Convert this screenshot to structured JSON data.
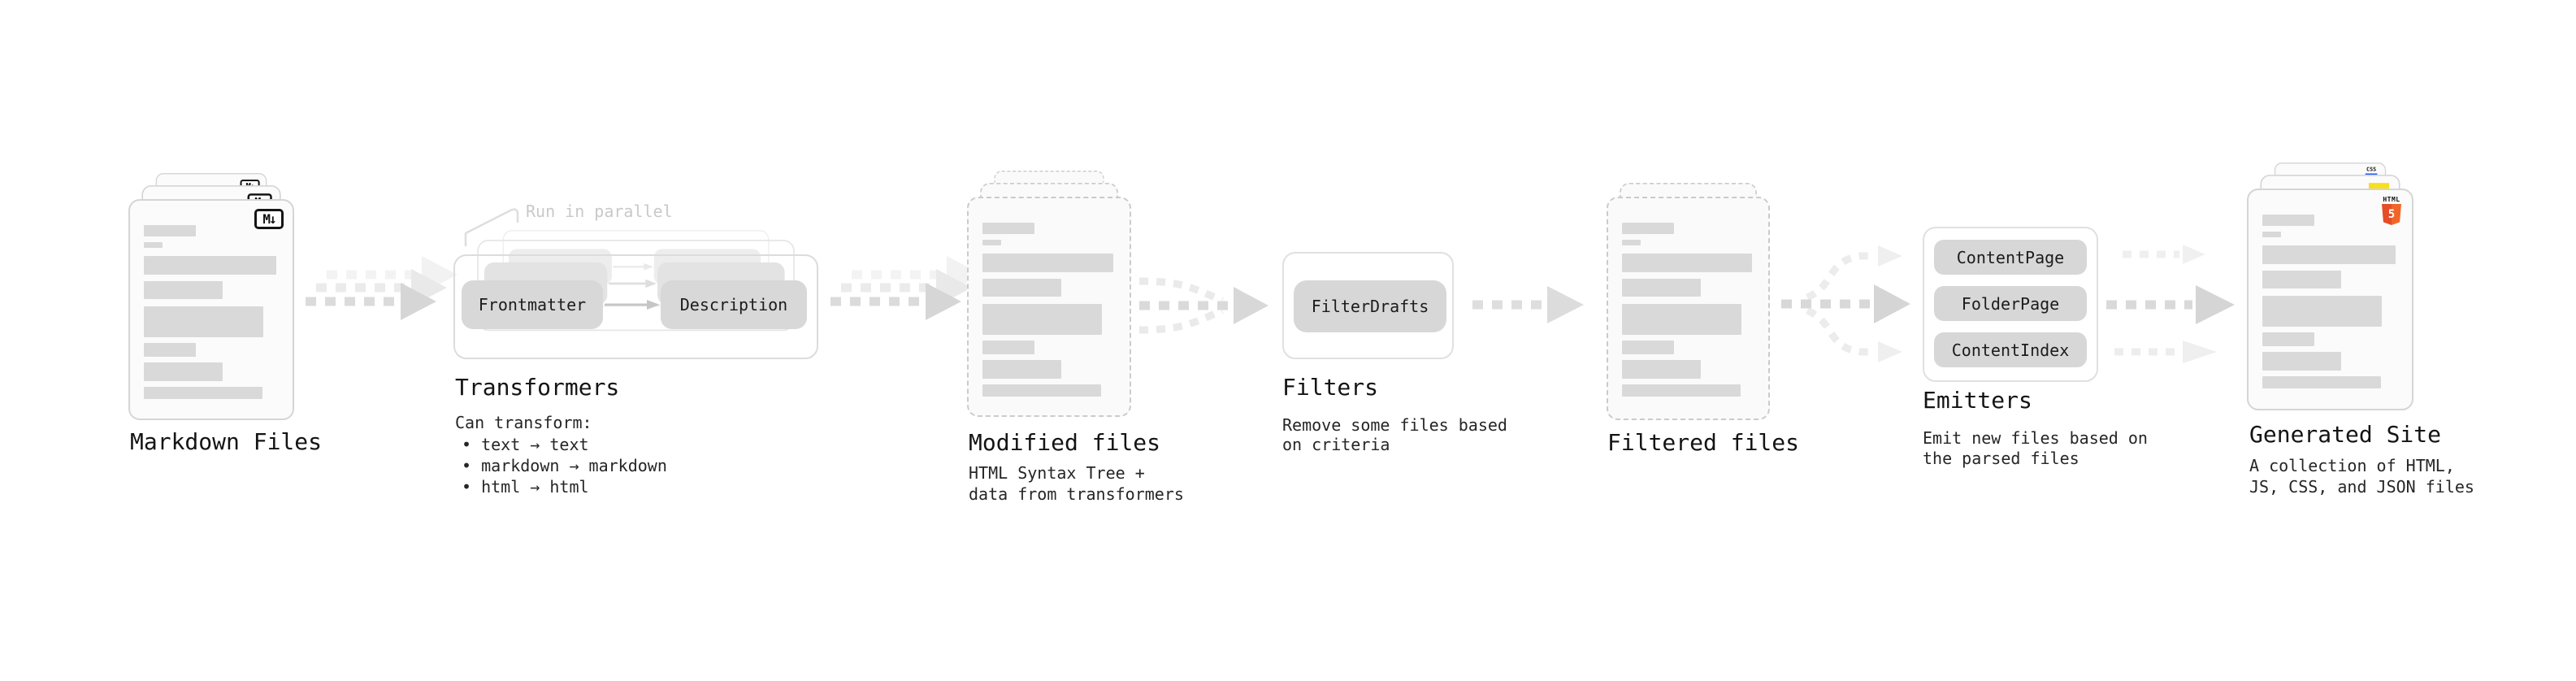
{
  "stages": {
    "markdown": {
      "label": "Markdown Files",
      "file_icon": "M↓"
    },
    "transformers": {
      "label": "Transformers",
      "note": "Run in parallel",
      "pill_left": "Frontmatter",
      "pill_right": "Description",
      "desc_heading": "Can transform:",
      "bullets": [
        "• text → text",
        "• markdown → markdown",
        "• html → html"
      ]
    },
    "modified": {
      "label": "Modified files",
      "desc": [
        "HTML Syntax Tree +",
        "data from transformers"
      ]
    },
    "filters": {
      "label": "Filters",
      "pill": "FilterDrafts",
      "desc": [
        "Remove some files based",
        "on criteria"
      ]
    },
    "filtered": {
      "label": "Filtered files"
    },
    "emitters": {
      "label": "Emitters",
      "pills": [
        "ContentPage",
        "FolderPage",
        "ContentIndex"
      ],
      "desc": [
        "Emit new files based on",
        "the parsed files"
      ]
    },
    "generated": {
      "label": "Generated Site",
      "desc": [
        "A collection of HTML,",
        "JS, CSS, and JSON files"
      ],
      "css_badge": "CSS",
      "html_badge_word": "HTML",
      "html_badge_number": "5"
    }
  },
  "colors": {
    "bar_gray": "#d9d9d9",
    "pill_gray": "#d8d8d8",
    "card_border": "#d5d5d5",
    "dashed_border": "#cbcbcb",
    "arrow_gray": "#d9d9d9",
    "arrow_light": "#ececec",
    "note_gray": "#c9c9c9",
    "css_blue": "#2962ff",
    "js_yellow": "#f7df1e",
    "html5_orange": "#e44d26",
    "html5_orange_light": "#f16529"
  }
}
